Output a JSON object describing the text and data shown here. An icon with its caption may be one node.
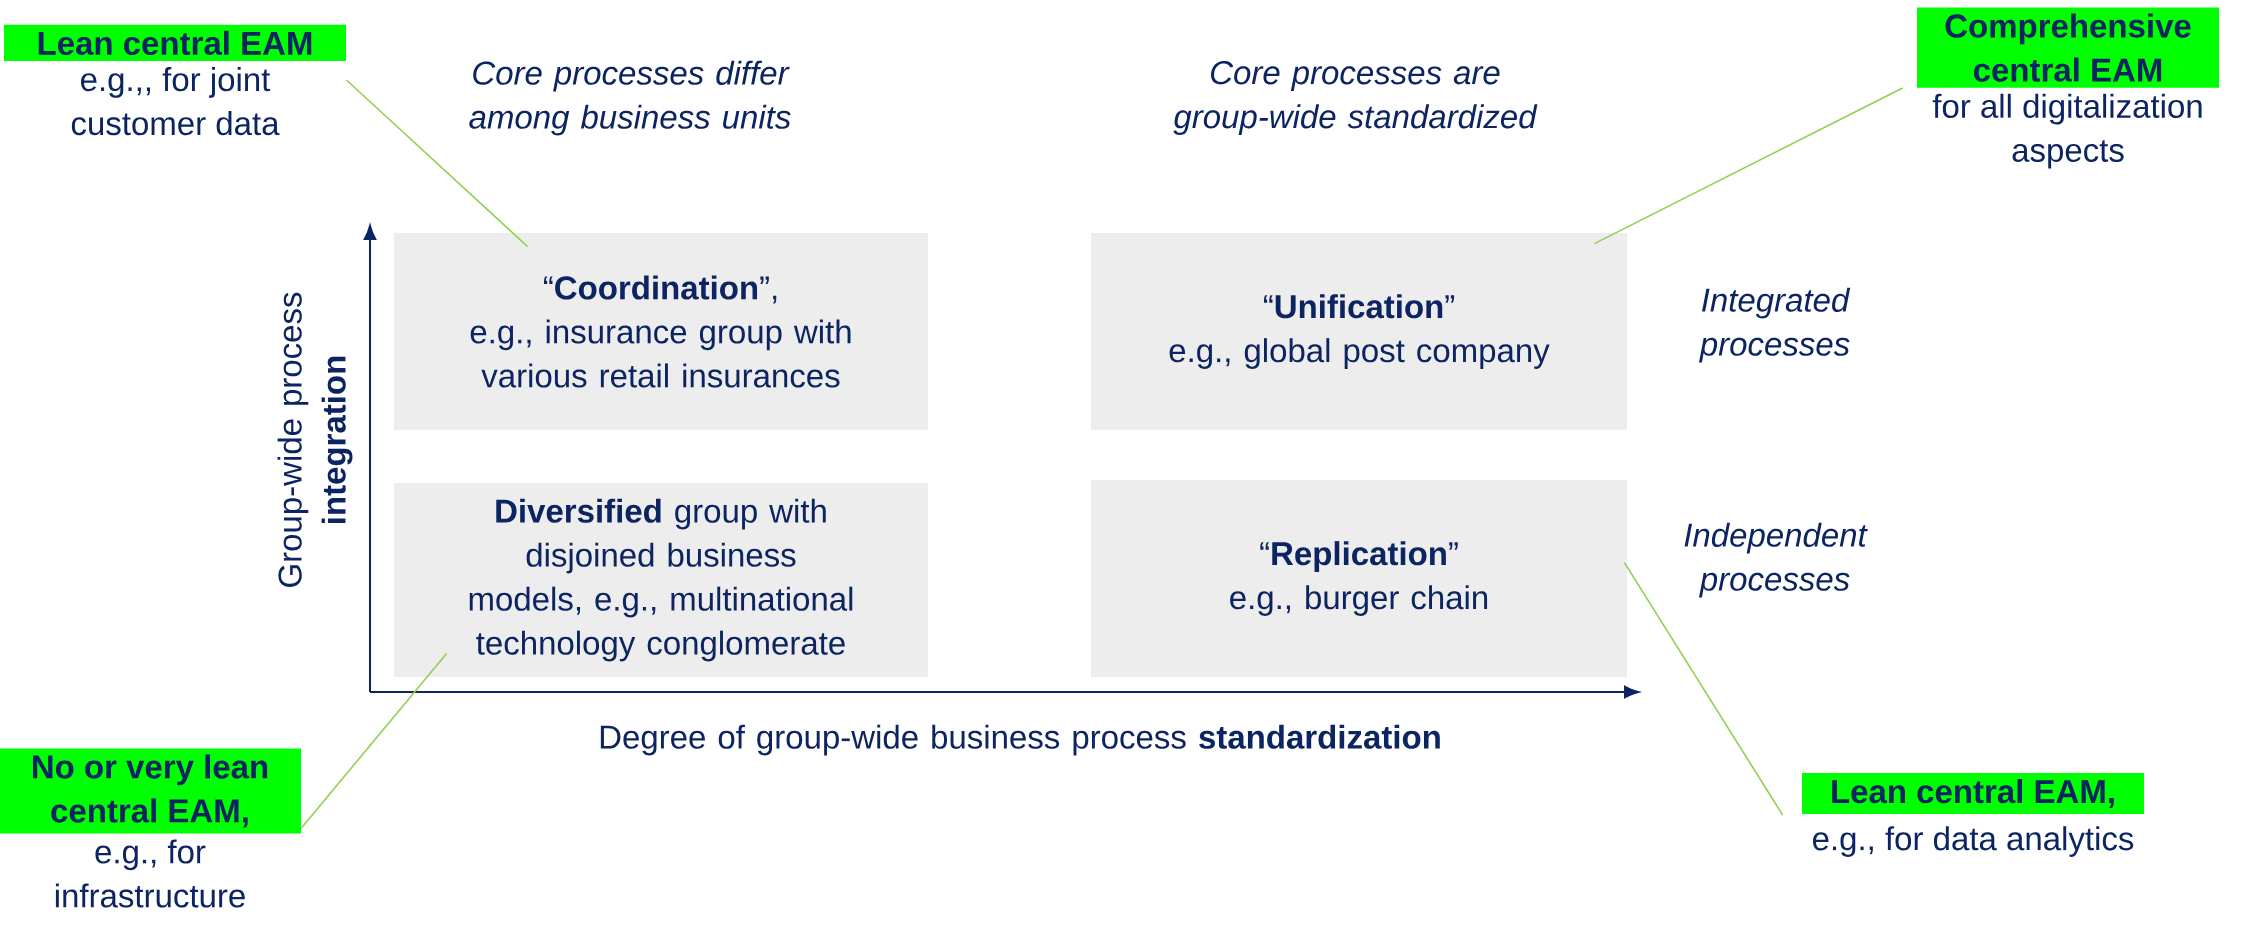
{
  "diagram": {
    "nodes": [
      {
        "text": [
          "Lean central EAM",
          "e.g.,, for joint customer data"
        ]
      },
      {
        "text": [
          "Comprehensive central EAM",
          "for all digitalization aspects"
        ]
      },
      {
        "text": [
          "“**Coordination**”,",
          "e.g., insurance group with various retail insurances"
        ]
      },
      {
        "text": [
          "“**Unification**”",
          "e.g., global post company"
        ]
      },
      {
        "text": [
          "**Diversified** group with disjoined business models, e.g., multinational technology conglomerate"
        ]
      },
      {
        "text": [
          "“**Replication**”",
          "e.g., burger chain"
        ]
      },
      {
        "text": [
          "No or very lean central EAM,",
          "e.g., for infrastructure"
        ]
      },
      {
        "text": [
          "Lean central EAM,",
          "e.g., for data analytics"
        ]
      }
    ],
    "edges": [
      {
        "from": 0,
        "to": 2,
        "arrow": "none"
      },
      {
        "from": 1,
        "to": 3,
        "arrow": "none"
      },
      {
        "from": 6,
        "to": 4,
        "arrow": "none"
      },
      {
        "from": 7,
        "to": 5,
        "arrow": "none"
      }
    ],
    "labels": [
      "Core processes differ among business units",
      "Core processes are group-wide standardized",
      "Integrated processes",
      "Independent processes",
      "Group-wide process **integration**",
      "Degree of group-wide business process **standardization**"
    ]
  }
}
